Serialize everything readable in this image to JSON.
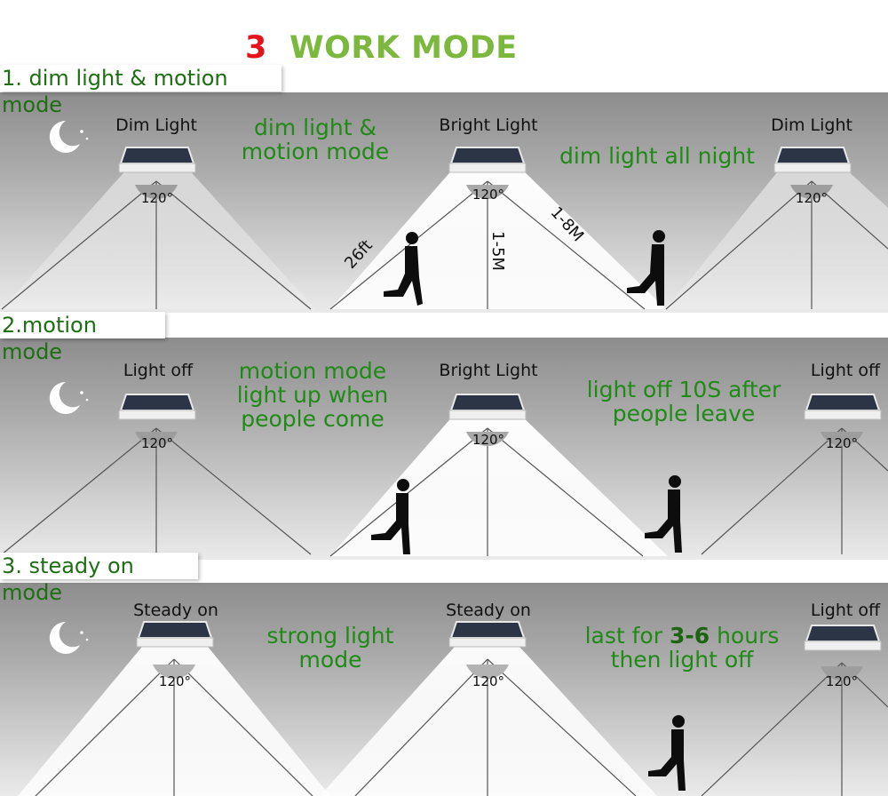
{
  "title": {
    "number": "3",
    "text": "WORK MODE"
  },
  "modes": [
    {
      "label": "1. dim light & motion mode",
      "lamps": [
        "Dim Light",
        "Bright Light",
        "Dim Light"
      ],
      "texts": [
        "dim light &",
        "motion mode",
        "dim light all night"
      ],
      "angle": "120°",
      "measures": [
        "26ft",
        "1-5M",
        "1-8M"
      ]
    },
    {
      "label": "2.motion mode",
      "lamps": [
        "Light off",
        "Bright Light",
        "Light off"
      ],
      "texts": [
        "motion mode",
        "light up when",
        "people come",
        "light off 10S after",
        "people leave"
      ],
      "angle": "120°"
    },
    {
      "label": "3. steady on mode",
      "lamps": [
        "Steady on",
        "Steady on",
        "Light off"
      ],
      "texts": [
        "strong light mode",
        "last for ",
        "3-6",
        " hours",
        "then light off"
      ],
      "angle": "120°"
    }
  ],
  "icons": [
    "moon-stars-icon",
    "solar-lamp-icon",
    "walking-person-icon"
  ],
  "colors": {
    "title_number": "#e3141b",
    "title_text": "#7bb83d",
    "green_text": "#1f8a16",
    "label_text": "#1e6e13"
  }
}
